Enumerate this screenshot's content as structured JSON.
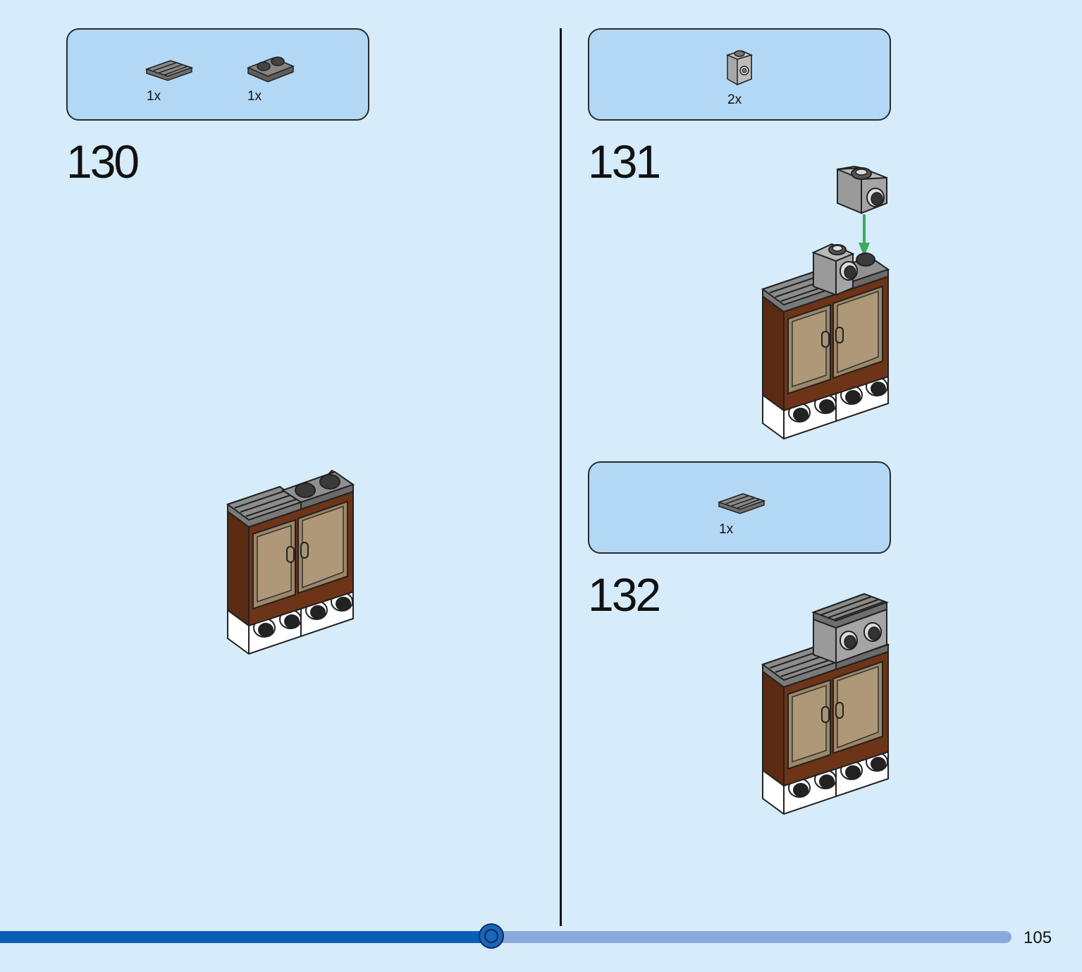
{
  "steps": [
    {
      "number": "130",
      "parts": [
        {
          "icon": "grille-plate-icon",
          "qty": "1x"
        },
        {
          "icon": "plate-1x2-icon",
          "qty": "1x"
        }
      ]
    },
    {
      "number": "131",
      "parts": [
        {
          "icon": "bracket-brick-icon",
          "qty": "2x"
        }
      ]
    },
    {
      "number": "132",
      "parts": [
        {
          "icon": "grille-plate-icon",
          "qty": "1x"
        }
      ]
    }
  ],
  "page_number": "105",
  "progress": 0.486,
  "colors": {
    "background": "#d6ecfb",
    "parts_box": "#b3d8f5",
    "cabinet_brown": "#5a2a12",
    "door_tan": "#a89272",
    "dark_gray": "#6b6b6b",
    "light_gray": "#a8a8a8",
    "arrow_green": "#3daa5c",
    "progress_fill": "#0a5fb4",
    "progress_track": "#8aa9db"
  }
}
